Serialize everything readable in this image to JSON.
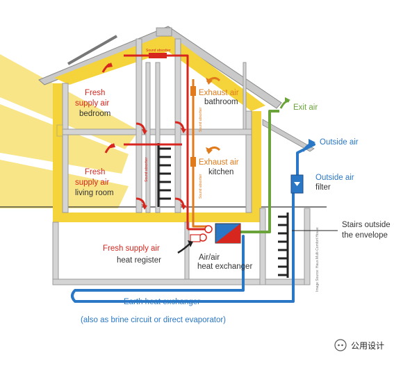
{
  "labels": {
    "bedroom": [
      "Fresh",
      "supply air",
      "bedroom"
    ],
    "living": [
      "Fresh",
      "supply air",
      "living room"
    ],
    "exhaust_bath": [
      "Exhaust air",
      "bathroom"
    ],
    "exhaust_kitchen": [
      "Exhaust air",
      "kitchen"
    ],
    "exit_air": "Exit air",
    "outside_air": "Outside air",
    "outside_filter": [
      "Outside air",
      "filter"
    ],
    "stairs": [
      "Stairs outside",
      "the envelope"
    ],
    "supply_register": [
      "Fresh supply air",
      "heat register"
    ],
    "heat_exchanger": [
      "Air/air",
      "heat exchanger"
    ],
    "earth_hx": "Earth heat exchanger",
    "earth_hx_note": "(also as brine circuit or direct evaporator)",
    "sound_absorber": "Sound absorber",
    "image_source": "Image Source: Haus Multi-Comfort House"
  },
  "watermark": "公用设计",
  "colors": {
    "supply": "#d7261e",
    "exhaust": "#e07a1a",
    "exit": "#6aa339",
    "outside": "#2a77c5",
    "insulation": "#f5d33a",
    "sun": "#f7e27a",
    "wall": "#bfbfbf"
  }
}
